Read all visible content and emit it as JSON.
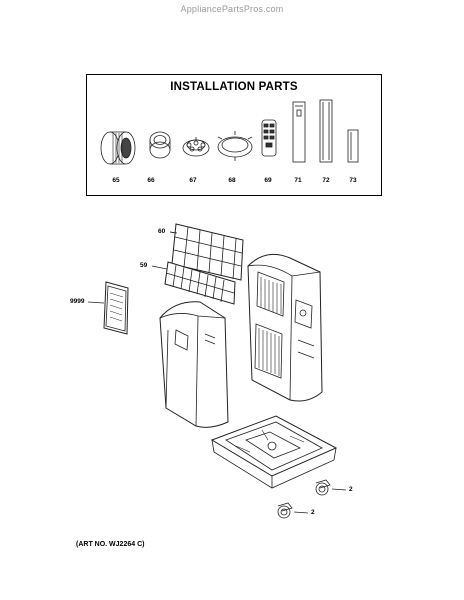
{
  "watermark": "AppliancePartsPros.com",
  "installation": {
    "title": "INSTALLATION PARTS",
    "parts": [
      {
        "label": "65"
      },
      {
        "label": "66"
      },
      {
        "label": "67"
      },
      {
        "label": "68"
      },
      {
        "label": "69"
      },
      {
        "label": "71"
      },
      {
        "label": "72"
      },
      {
        "label": "73"
      }
    ]
  },
  "callouts": {
    "filter_upper": "60",
    "filter_lower": "59",
    "manual": "9999",
    "caster_upper": "2",
    "caster_lower": "2"
  },
  "art_number": "(ART NO. WJ2264 C)"
}
